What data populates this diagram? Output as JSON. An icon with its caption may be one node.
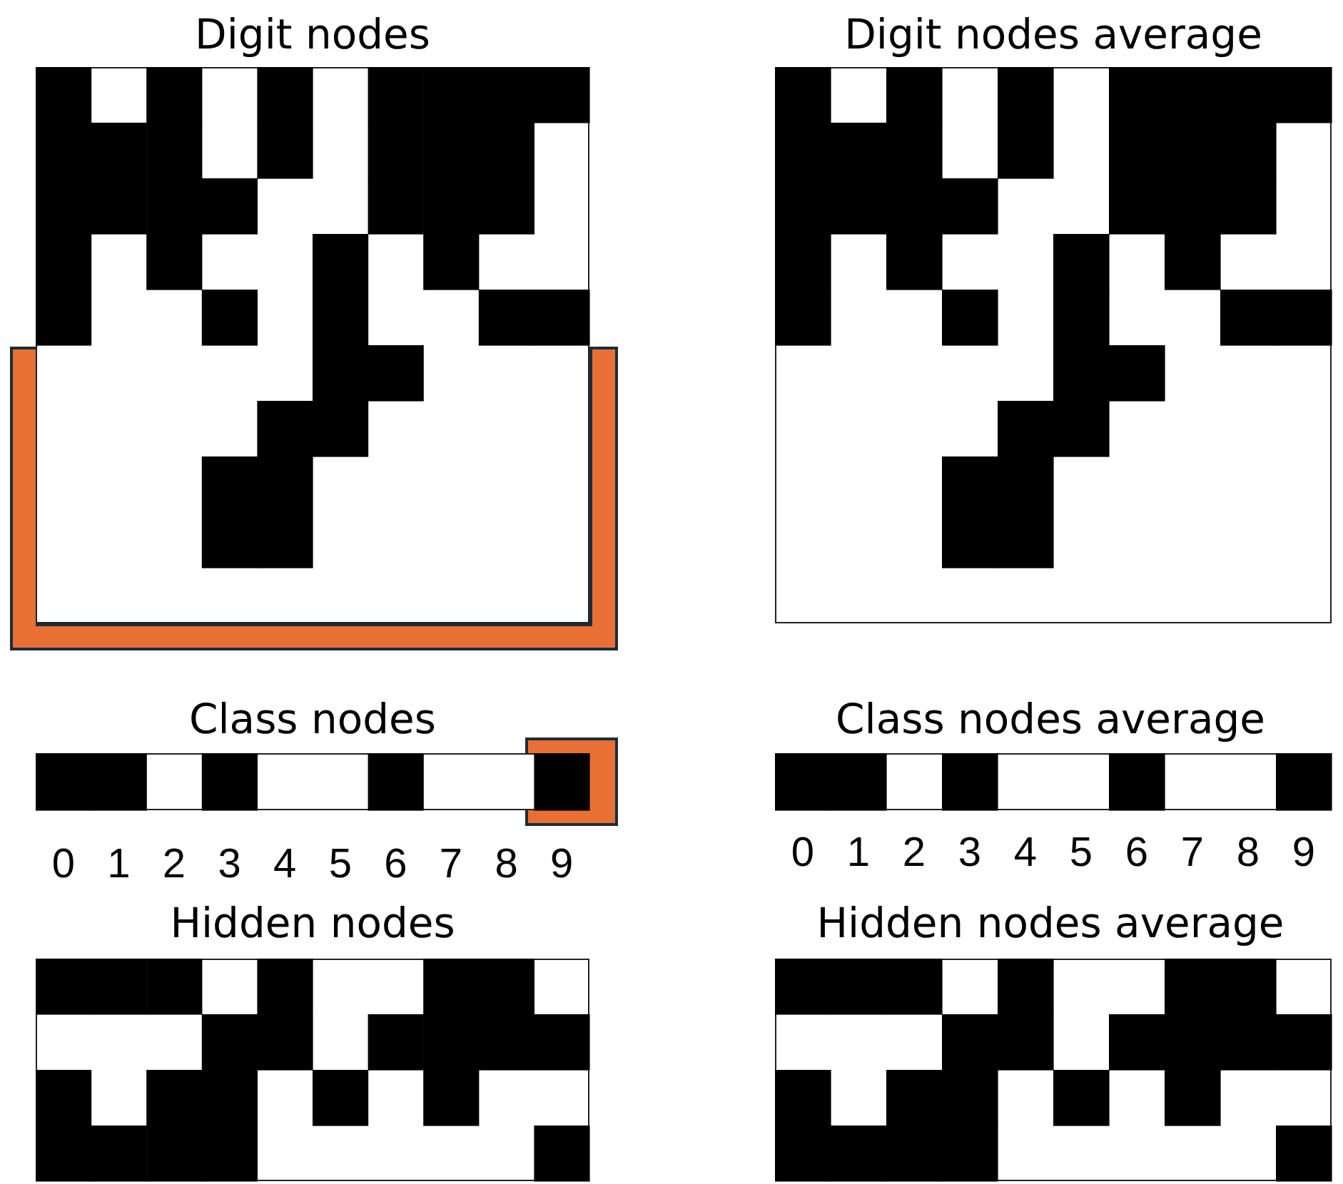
{
  "diagram": {
    "labels": [
      "Digit nodes",
      "Digit nodes average",
      "Class nodes",
      "Class nodes average",
      "0",
      "1",
      "2",
      "3",
      "4",
      "5",
      "6",
      "7",
      "8",
      "9",
      "0",
      "1",
      "2",
      "3",
      "4",
      "5",
      "6",
      "7",
      "8",
      "9",
      "Hidden nodes",
      "Hidden nodes average"
    ]
  }
}
